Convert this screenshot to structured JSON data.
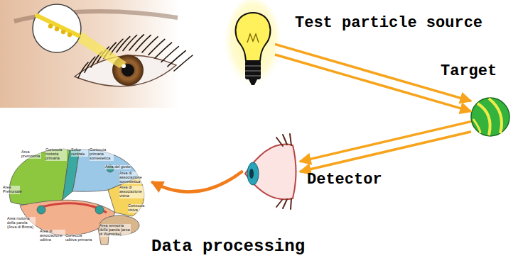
{
  "diagram": {
    "nodes": [
      {
        "text": [
          "Test particle source"
        ]
      },
      {
        "text": [
          "Target"
        ]
      },
      {
        "text": [
          "Detector"
        ]
      },
      {
        "text": [
          "Data processing"
        ]
      }
    ],
    "edges": [
      {
        "from": 0,
        "to": 1,
        "arrow": "to"
      },
      {
        "from": 1,
        "to": 2,
        "arrow": "to"
      },
      {
        "from": 2,
        "to": 3,
        "arrow": "to"
      }
    ],
    "labels": [
      "Area premotoria",
      "Corteccia motoria primaria",
      "Solco centrale",
      "Corteccia primaria somestetica",
      "Area del gusto",
      "Area di associazione somestetica",
      "Area di associazione visiva",
      "Corteccia visiva",
      "Area Prefrontale",
      "Area motoria della parola (Area di Broca)",
      "Area di associazione uditiva",
      "Corteccia uditiva primaria",
      "Area sensoria della parola (area di Wernicke)"
    ]
  }
}
